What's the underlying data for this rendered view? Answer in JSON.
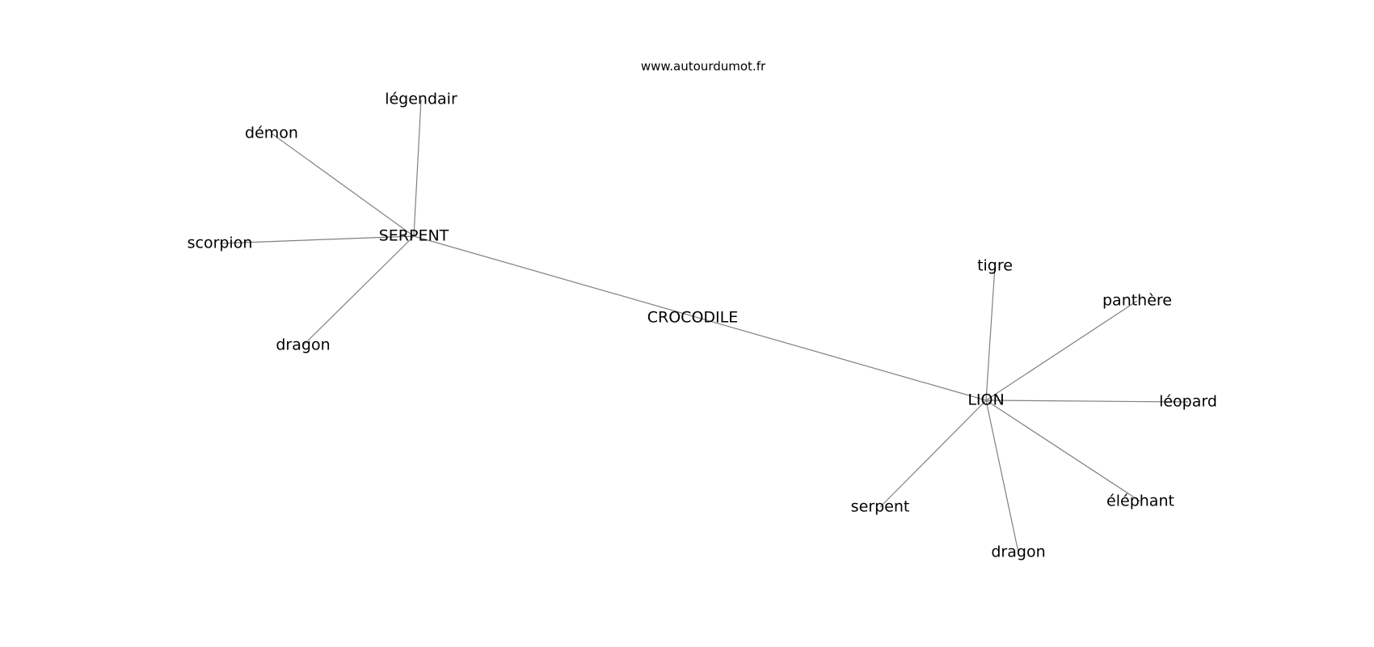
{
  "site": "www.autourdumot.fr",
  "colors": {
    "edge": "#808080",
    "text": "#000000",
    "background": "#ffffff"
  },
  "graph": {
    "nodes": [
      {
        "id": "crocodile",
        "label": "CROCODILE"
      },
      {
        "id": "serpent_hub",
        "label": "SERPENT"
      },
      {
        "id": "lion_hub",
        "label": "LION"
      },
      {
        "id": "legendair",
        "label": "légendair"
      },
      {
        "id": "demon",
        "label": "démon"
      },
      {
        "id": "scorpion",
        "label": "scorpion"
      },
      {
        "id": "dragon_left",
        "label": "dragon"
      },
      {
        "id": "tigre",
        "label": "tigre"
      },
      {
        "id": "panthere",
        "label": "panthère"
      },
      {
        "id": "leopard",
        "label": "léopard"
      },
      {
        "id": "elephant",
        "label": "éléphant"
      },
      {
        "id": "dragon_right",
        "label": "dragon"
      },
      {
        "id": "serpent_leaf",
        "label": "serpent"
      }
    ],
    "edges": [
      {
        "from": "serpent_hub",
        "to": "lion_hub"
      },
      {
        "from": "serpent_hub",
        "to": "legendair"
      },
      {
        "from": "serpent_hub",
        "to": "demon"
      },
      {
        "from": "serpent_hub",
        "to": "scorpion"
      },
      {
        "from": "serpent_hub",
        "to": "dragon_left"
      },
      {
        "from": "lion_hub",
        "to": "tigre"
      },
      {
        "from": "lion_hub",
        "to": "panthere"
      },
      {
        "from": "lion_hub",
        "to": "leopard"
      },
      {
        "from": "lion_hub",
        "to": "elephant"
      },
      {
        "from": "lion_hub",
        "to": "dragon_right"
      },
      {
        "from": "lion_hub",
        "to": "serpent_leaf"
      }
    ]
  }
}
